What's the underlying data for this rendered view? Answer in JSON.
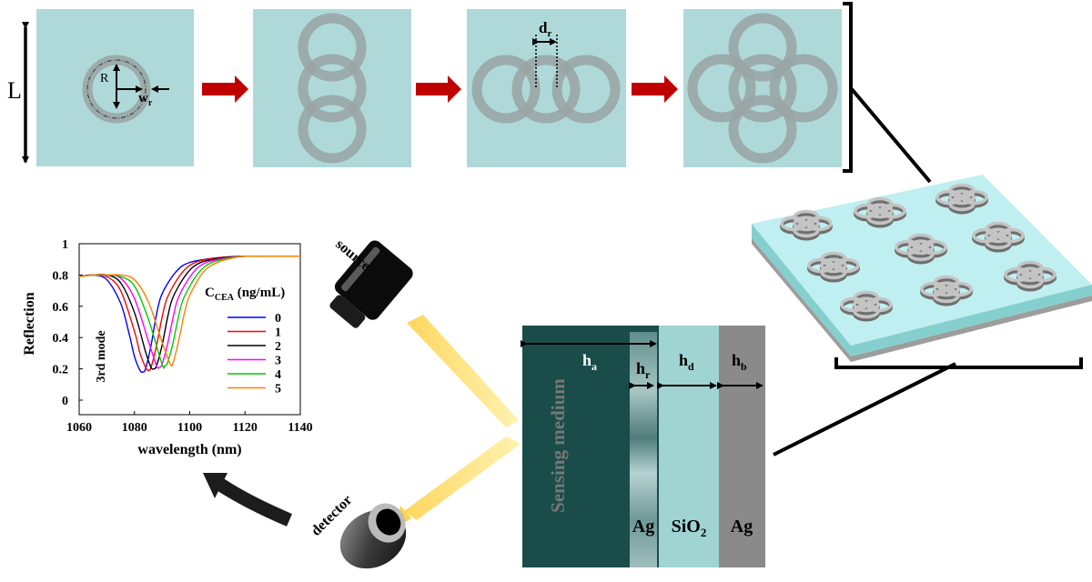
{
  "labels": {
    "L": "L",
    "R": "R",
    "w_r_main": "w",
    "w_r_sub": "r",
    "d_r_main": "d",
    "d_r_sub": "r",
    "source": "source",
    "detector": "detector",
    "h_a_main": "h",
    "h_a_sub": "a",
    "h_r_main": "h",
    "h_r_sub": "r",
    "h_d_main": "h",
    "h_d_sub": "d",
    "h_b_main": "h",
    "h_b_sub": "b",
    "sensing_medium": "Sensing medium",
    "ag_top": "Ag",
    "sio2_main": "SiO",
    "sio2_sub": "2",
    "ag_back": "Ag"
  },
  "colors": {
    "cell_bg": "#afd9d9",
    "ring": "#9aa5a5",
    "step_arrow": "#c00000",
    "beam": "#ffe27a",
    "sensing_medium": "#1a4d4a",
    "sio2": "#9fd4d2",
    "ag_back": "#8a8a8a",
    "ag_ring_layer": "#7aa0a0",
    "substrate_top": "#bfeff0",
    "substrate_side_top": "#86cfcf",
    "substrate_side_bottom": "#9d9d9d"
  },
  "chart_data": {
    "type": "line",
    "xlabel": "wavelength (nm)",
    "ylabel": "Reflection",
    "xlim": [
      1060,
      1140
    ],
    "ylim": [
      0,
      1
    ],
    "xticks": [
      1060,
      1080,
      1100,
      1120,
      1140
    ],
    "yticks": [
      0,
      0.2,
      0.4,
      0.6,
      0.8,
      1
    ],
    "grid": false,
    "legend_title_main": "C",
    "legend_title_sub": "CEA",
    "legend_title_unit": " (ng/mL)",
    "legend_position": "right",
    "annotation": "3rd mode",
    "series": [
      {
        "name": "0",
        "color": "#0000ff",
        "x": [
          1060,
          1065,
          1070,
          1075,
          1078,
          1080,
          1082,
          1083,
          1084,
          1086,
          1088,
          1090,
          1095,
          1100,
          1110,
          1120,
          1130,
          1140
        ],
        "y": [
          0.79,
          0.8,
          0.77,
          0.62,
          0.43,
          0.28,
          0.19,
          0.18,
          0.2,
          0.35,
          0.55,
          0.68,
          0.82,
          0.88,
          0.91,
          0.92,
          0.92,
          0.92
        ]
      },
      {
        "name": "1",
        "color": "#ff0000",
        "x": [
          1060,
          1065,
          1070,
          1075,
          1080,
          1082,
          1084,
          1085,
          1086,
          1088,
          1090,
          1092,
          1097,
          1102,
          1110,
          1120,
          1130,
          1140
        ],
        "y": [
          0.79,
          0.8,
          0.79,
          0.7,
          0.44,
          0.3,
          0.21,
          0.19,
          0.21,
          0.35,
          0.53,
          0.66,
          0.81,
          0.88,
          0.91,
          0.92,
          0.92,
          0.92
        ]
      },
      {
        "name": "2",
        "color": "#000000",
        "x": [
          1060,
          1065,
          1070,
          1075,
          1080,
          1084,
          1086,
          1087,
          1088,
          1090,
          1092,
          1094,
          1099,
          1104,
          1112,
          1120,
          1130,
          1140
        ],
        "y": [
          0.79,
          0.8,
          0.8,
          0.75,
          0.56,
          0.31,
          0.21,
          0.2,
          0.22,
          0.35,
          0.53,
          0.66,
          0.81,
          0.88,
          0.91,
          0.92,
          0.92,
          0.92
        ]
      },
      {
        "name": "3",
        "color": "#ff00ff",
        "x": [
          1060,
          1065,
          1070,
          1075,
          1080,
          1085,
          1088,
          1089,
          1090,
          1092,
          1094,
          1096,
          1101,
          1106,
          1114,
          1120,
          1130,
          1140
        ],
        "y": [
          0.79,
          0.8,
          0.8,
          0.78,
          0.65,
          0.38,
          0.22,
          0.21,
          0.23,
          0.36,
          0.53,
          0.66,
          0.81,
          0.88,
          0.91,
          0.92,
          0.92,
          0.92
        ]
      },
      {
        "name": "4",
        "color": "#00cc00",
        "x": [
          1060,
          1065,
          1070,
          1075,
          1080,
          1085,
          1090,
          1091,
          1092,
          1094,
          1096,
          1098,
          1103,
          1108,
          1115,
          1120,
          1130,
          1140
        ],
        "y": [
          0.79,
          0.8,
          0.8,
          0.79,
          0.73,
          0.52,
          0.23,
          0.22,
          0.24,
          0.37,
          0.54,
          0.66,
          0.81,
          0.88,
          0.91,
          0.92,
          0.92,
          0.92
        ]
      },
      {
        "name": "5",
        "color": "#ff8000",
        "x": [
          1060,
          1065,
          1070,
          1075,
          1080,
          1085,
          1090,
          1093,
          1094,
          1096,
          1098,
          1100,
          1105,
          1110,
          1116,
          1120,
          1130,
          1140
        ],
        "y": [
          0.79,
          0.8,
          0.8,
          0.8,
          0.77,
          0.63,
          0.37,
          0.23,
          0.24,
          0.38,
          0.55,
          0.67,
          0.82,
          0.88,
          0.91,
          0.92,
          0.92,
          0.92
        ]
      }
    ]
  }
}
